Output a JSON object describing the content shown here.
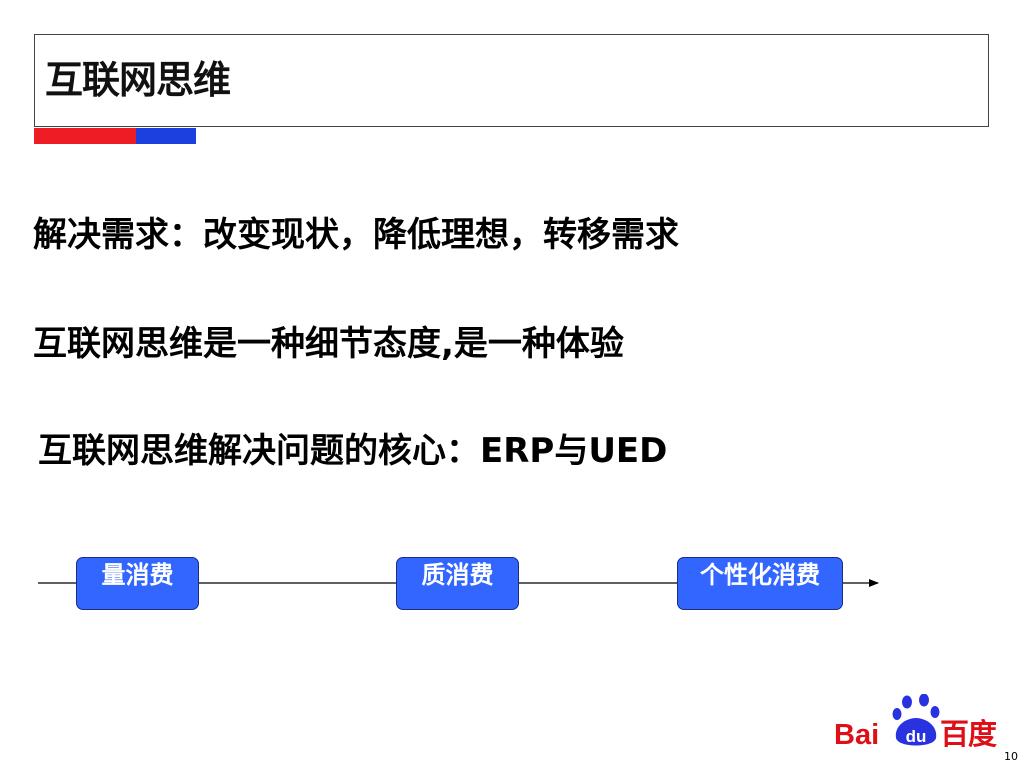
{
  "slide": {
    "title": "互联网思维",
    "page_number": "10",
    "accent_colors": {
      "red": "#ee1c25",
      "blue": "#1c3fe0"
    }
  },
  "bullets": [
    "解决需求：改变现状，降低理想，转移需求",
    "互联网思维是一种细节态度,是一种体验",
    "互联网思维解决问题的核心：ERP与UED"
  ],
  "timeline": {
    "stages": [
      "量消费",
      "质消费",
      "个性化消费"
    ],
    "stage_color": "#3366ff"
  },
  "logo": {
    "text_bai": "Bai",
    "text_du": "du",
    "text_cn": "百度",
    "brand_red": "#de0f17",
    "brand_blue": "#2932e1"
  }
}
